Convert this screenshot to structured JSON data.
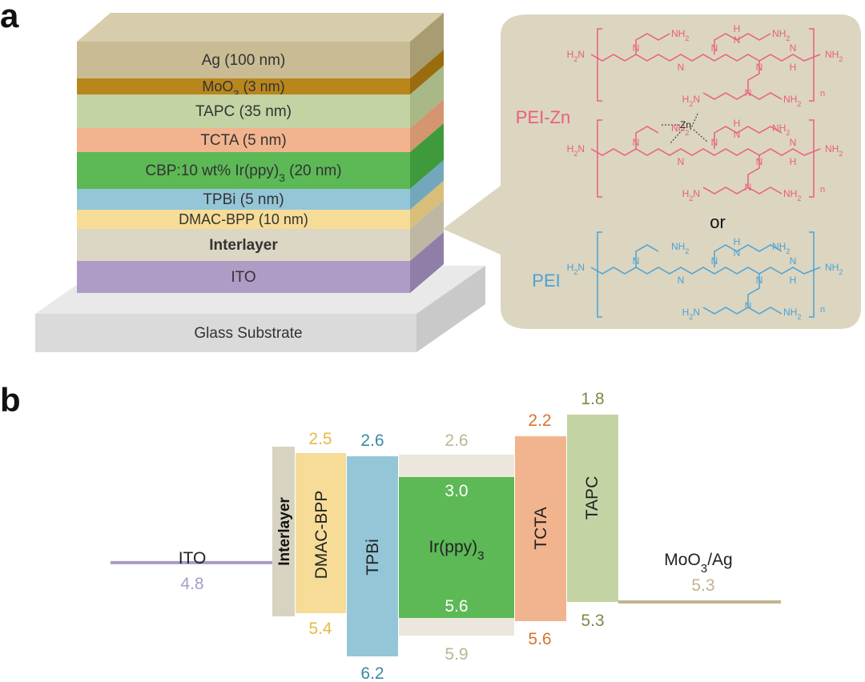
{
  "panel_a": {
    "label": "a",
    "layers": [
      {
        "key": "ag",
        "name": "Ag (100 nm)",
        "front": "#c9bc94",
        "side": "#a89c72"
      },
      {
        "key": "moo3",
        "name": "MoO",
        "sub": "3",
        "rest": " (3 nm)",
        "front": "#b9861c",
        "side": "#9a6c10"
      },
      {
        "key": "tapc",
        "name": "TAPC (35 nm)",
        "front": "#c4d3a3",
        "side": "#a8b887"
      },
      {
        "key": "tcta",
        "name": "TCTA (5 nm)",
        "front": "#f2b48e",
        "side": "#d49571"
      },
      {
        "key": "cbp",
        "name": "CBP:10 wt% Ir(ppy)",
        "sub": "3",
        "rest": " (20 nm)",
        "front": "#5cb956",
        "side": "#3f9a3c"
      },
      {
        "key": "tpbi",
        "name": "TPBi (5 nm)",
        "front": "#94c6d8",
        "side": "#73a8bc"
      },
      {
        "key": "dmac",
        "name": "DMAC-BPP (10 nm)",
        "front": "#f6dc97",
        "side": "#d8be79"
      },
      {
        "key": "inter",
        "name": "Interlayer",
        "front": "#dcd6c4",
        "side": "#bdb7a4"
      },
      {
        "key": "ito",
        "name": "ITO",
        "front": "#ae9cc6",
        "side": "#8f7ea8"
      }
    ],
    "substrate": "Glass Substrate",
    "callout": {
      "pei_zn": "PEI-Zn",
      "pei": "PEI",
      "or": "or",
      "zn": "Zn",
      "nh2": "NH",
      "h2n": "H",
      "n_atom": "N",
      "h_atom": "H",
      "sub2": "2",
      "repeat_n": "n",
      "colors": {
        "pei_zn": "#e8607a",
        "pei": "#4aa3d6",
        "bg": "#dcd5c0"
      }
    }
  },
  "panel_b": {
    "label": "b",
    "levels": [
      {
        "key": "ito",
        "name": "ITO",
        "lumo": null,
        "homo": "4.8",
        "color": "#a99cc7",
        "text_color": "#a99cc7"
      },
      {
        "key": "inter",
        "name": "Interlayer",
        "lumo": null,
        "homo": null,
        "color": "#d8d3c1"
      },
      {
        "key": "dmac",
        "name": "DMAC-BPP",
        "lumo": "2.5",
        "homo": "5.4",
        "color": "#f6dc97",
        "text_color": "#e8b84a"
      },
      {
        "key": "tpbi",
        "name": "TPBi",
        "lumo": "2.6",
        "homo": "6.2",
        "color": "#94c6d8",
        "text_color": "#3a8aa4"
      },
      {
        "key": "cbp",
        "name": "",
        "lumo": "2.6",
        "homo": "5.9",
        "color": "#ebe7dc",
        "text_color": "#bdb595"
      },
      {
        "key": "irppy",
        "name": "Ir(ppy)",
        "sub": "3",
        "lumo": "3.0",
        "homo": "5.6",
        "color": "#5cb956",
        "text_color": "#ffffff"
      },
      {
        "key": "tcta",
        "name": "TCTA",
        "lumo": "2.2",
        "homo": "5.6",
        "color": "#f2b48e",
        "text_color": "#d9722f"
      },
      {
        "key": "tapc",
        "name": "TAPC",
        "lumo": "1.8",
        "homo": "5.3",
        "color": "#c4d3a3",
        "text_color": "#7c8a46"
      },
      {
        "key": "cathode",
        "name": "MoO",
        "sub": "3",
        "rest": "/Ag",
        "lumo": null,
        "homo": "5.3",
        "color": "#c0b48e",
        "text_color": "#c0b48e"
      }
    ]
  }
}
